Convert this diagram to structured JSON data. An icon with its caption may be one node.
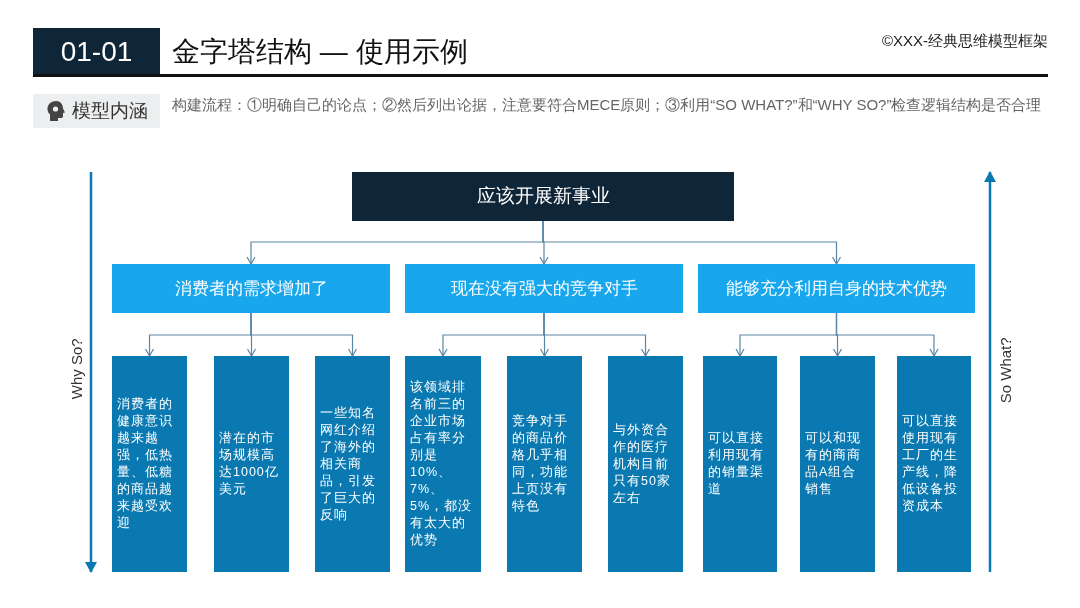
{
  "diagram": {
    "title": "金字塔结构 — 使用示例",
    "nodes": [
      {
        "text": [
          "应该开展新事业"
        ]
      },
      {
        "text": [
          "消费者的需求增加了"
        ]
      },
      {
        "text": [
          "现在没有强大的竞争对手"
        ]
      },
      {
        "text": [
          "能够充分利用自身的技术优势"
        ]
      },
      {
        "text": [
          "消费者的健康意识越来越强，低热量、低糖的商品越来越受欢迎"
        ]
      },
      {
        "text": [
          "潜在的市场规模高达1000亿美元"
        ]
      },
      {
        "text": [
          "一些知名网红介绍了海外的相关商品，引发了巨大的反响"
        ]
      },
      {
        "text": [
          "该领域排名前三的企业市场占有率分别是10%、7%、5%，都没有太大的优势"
        ]
      },
      {
        "text": [
          "竞争对手的商品价格几乎相同，功能上页没有特色"
        ]
      },
      {
        "text": [
          "与外资合作的医疗机构目前只有50家左右"
        ]
      },
      {
        "text": [
          "可以直接利用现有的销量渠道"
        ]
      },
      {
        "text": [
          "可以和现有的商商品A组合销售"
        ]
      },
      {
        "text": [
          "可以直接使用现有工厂的生产线，降低设备投资成本"
        ]
      }
    ],
    "edges": [
      {
        "from": 0,
        "to": 1,
        "arrow": "to"
      },
      {
        "from": 0,
        "to": 2,
        "arrow": "to"
      },
      {
        "from": 0,
        "to": 3,
        "arrow": "to"
      },
      {
        "from": 1,
        "to": 4,
        "arrow": "to"
      },
      {
        "from": 1,
        "to": 5,
        "arrow": "to"
      },
      {
        "from": 1,
        "to": 6,
        "arrow": "to"
      },
      {
        "from": 2,
        "to": 7,
        "arrow": "to"
      },
      {
        "from": 2,
        "to": 8,
        "arrow": "to"
      },
      {
        "from": 2,
        "to": 9,
        "arrow": "to"
      },
      {
        "from": 3,
        "to": 10,
        "arrow": "to"
      },
      {
        "from": 3,
        "to": 11,
        "arrow": "to"
      },
      {
        "from": 3,
        "to": 12,
        "arrow": "to"
      }
    ],
    "labels": [
      "01-01",
      "©XXX-经典思维模型框架",
      "模型内涵",
      "构建流程：①明确自己的论点；②然后列出论据，注意要符合MECE原则；③利用“SO WHAT?”和“WHY SO?”检查逻辑结构是否合理",
      "Why So?",
      "So What?"
    ]
  }
}
